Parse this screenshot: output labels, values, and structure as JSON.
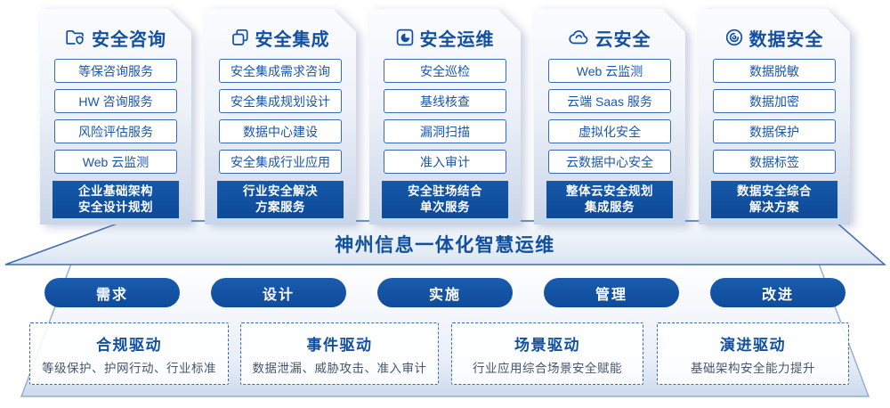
{
  "colors": {
    "primary_blue": "#11509f",
    "item_border_blue": "#3a6ab2",
    "footer_fill_blue": "#0d4a97",
    "dashed_border_blue": "#3a68af",
    "driver_desc_gray": "#48556e",
    "card_gradient_bottom": "#c9d5e9"
  },
  "columns": [
    {
      "title": "安全咨询",
      "icon": "folder-shield-icon",
      "items": [
        "等保咨询服务",
        "HW 咨询服务",
        "风险评估服务",
        "Web 云监测"
      ],
      "footer": [
        "企业基础架构",
        "安全设计规划"
      ]
    },
    {
      "title": "安全集成",
      "icon": "copy-documents-icon",
      "items": [
        "安全集成需求咨询",
        "安全集成规划设计",
        "数据中心建设",
        "安全集成行业应用"
      ],
      "footer": [
        "行业安全解决",
        "方案服务"
      ]
    },
    {
      "title": "安全运维",
      "icon": "pie-chart-box-icon",
      "items": [
        "安全巡检",
        "基线核查",
        "漏洞扫描",
        "准入审计"
      ],
      "footer": [
        "安全驻场结合",
        "单次服务"
      ]
    },
    {
      "title": "云安全",
      "icon": "cloud-icon",
      "items": [
        "Web 云监测",
        "云端 Saas 服务",
        "虚拟化安全",
        "云数据中心安全"
      ],
      "footer": [
        "整体云安全规划",
        "集成服务"
      ]
    },
    {
      "title": "数据安全",
      "icon": "fingerprint-circle-icon",
      "items": [
        "数据脱敏",
        "数据加密",
        "数据保护",
        "数据标签"
      ],
      "footer": [
        "数据安全综合",
        "解决方案"
      ]
    }
  ],
  "banner": {
    "title": "神州信息一体化智慧运维"
  },
  "pills": [
    "需求",
    "设计",
    "实施",
    "管理",
    "改进"
  ],
  "drivers": [
    {
      "title": "合规驱动",
      "desc": "等级保护、护网行动、行业标准"
    },
    {
      "title": "事件驱动",
      "desc": "数据泄漏、威胁攻击、准入审计"
    },
    {
      "title": "场景驱动",
      "desc": "行业应用综合场景安全赋能"
    },
    {
      "title": "演进驱动",
      "desc": "基础架构安全能力提升"
    }
  ]
}
